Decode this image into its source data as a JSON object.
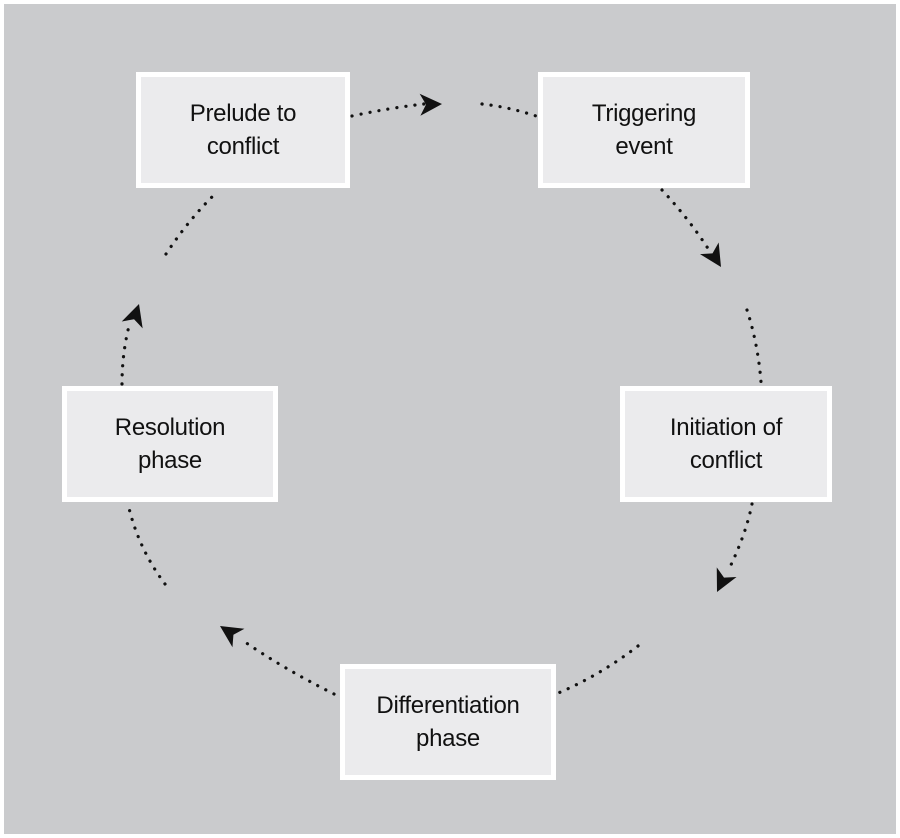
{
  "diagram": {
    "type": "cycle",
    "stages": [
      {
        "id": "prelude",
        "line1": "Prelude to",
        "line2": "conflict"
      },
      {
        "id": "triggering",
        "line1": "Triggering",
        "line2": "event"
      },
      {
        "id": "initiation",
        "line1": "Initiation of",
        "line2": "conflict"
      },
      {
        "id": "differentiation",
        "line1": "Differentiation",
        "line2": "phase"
      },
      {
        "id": "resolution",
        "line1": "Resolution",
        "line2": "phase"
      }
    ],
    "flow": [
      {
        "from": "prelude",
        "to": "triggering"
      },
      {
        "from": "triggering",
        "to": "initiation"
      },
      {
        "from": "initiation",
        "to": "differentiation"
      },
      {
        "from": "differentiation",
        "to": "resolution"
      },
      {
        "from": "resolution",
        "to": "prelude"
      }
    ],
    "colors": {
      "background": "#cacbcd",
      "box_fill": "#ebebed",
      "box_border": "#ffffff",
      "text": "#111111",
      "arrow": "#111111"
    },
    "connector_style": "dotted-arrow"
  }
}
